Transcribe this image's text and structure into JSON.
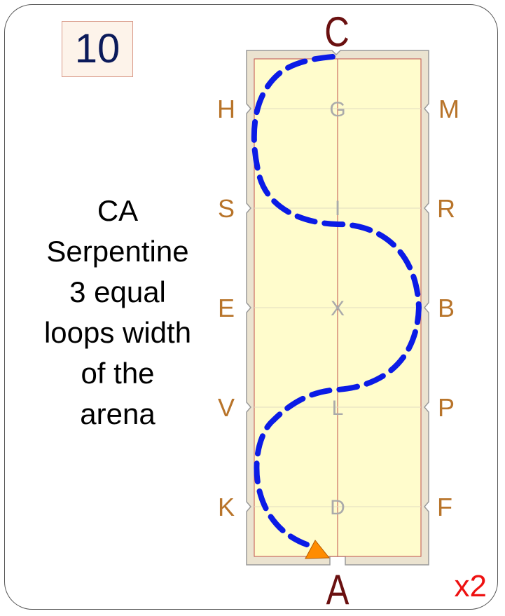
{
  "test_number": "10",
  "description_lines": [
    "CA",
    "Serpentine",
    "3 equal",
    "loops width",
    "of the",
    "arena"
  ],
  "repeat": "x2",
  "letters": {
    "top": "C",
    "bottom": "A",
    "left": [
      "H",
      "S",
      "E",
      "V",
      "K"
    ],
    "right": [
      "M",
      "R",
      "B",
      "P",
      "F"
    ],
    "centre": [
      "G",
      "I",
      "X",
      "L",
      "D"
    ]
  },
  "colors": {
    "arena_fill": "#fffccc",
    "arena_border": "#e8e0cc",
    "path": "#0b1be6",
    "marker": "#ff8c00",
    "side_letter": "#b8742a",
    "end_letter": "#6a1010",
    "centre_letter": "#aaaaaa",
    "repeat": "#e11111"
  }
}
